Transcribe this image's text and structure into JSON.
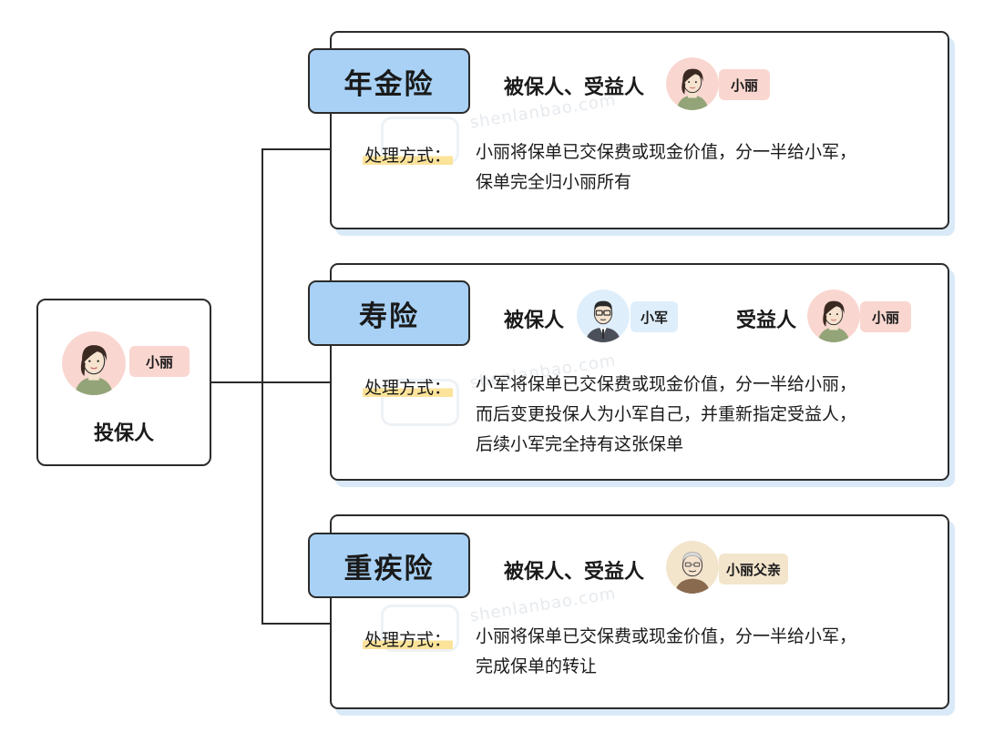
{
  "colors": {
    "tab_blue": "#a8d1f5",
    "tag_pink": "#f9d6cf",
    "tag_blue": "#deeefb",
    "tag_tan": "#f3e4cc",
    "highlight_yellow": "#fbe39a",
    "border": "#2b2b2b"
  },
  "policyholder": {
    "role_label": "投保人",
    "name_tag": "小丽",
    "avatar_icon": "woman-avatar-icon"
  },
  "watermark": {
    "text": "shenlanbao.com"
  },
  "cards": [
    {
      "title": "年金险",
      "roles": [
        {
          "label": "被保人、受益人",
          "name_tag": "小丽",
          "avatar_icon": "woman-avatar-icon"
        }
      ],
      "method_label": "处理方式：",
      "method_lines": [
        "小丽将保单已交保费或现金价值，分一半给小军，",
        "保单完全归小丽所有"
      ]
    },
    {
      "title": "寿险",
      "roles": [
        {
          "label": "被保人",
          "name_tag": "小军",
          "avatar_icon": "man-avatar-icon"
        },
        {
          "label": "受益人",
          "name_tag": "小丽",
          "avatar_icon": "woman-avatar-icon"
        }
      ],
      "method_label": "处理方式：",
      "method_lines": [
        "小军将保单已交保费或现金价值，分一半给小丽，",
        "而后变更投保人为小军自己，并重新指定受益人，",
        "后续小军完全持有这张保单"
      ]
    },
    {
      "title": "重疾险",
      "roles": [
        {
          "label": "被保人、受益人",
          "name_tag": "小丽父亲",
          "avatar_icon": "elderly-man-avatar-icon"
        }
      ],
      "method_label": "处理方式：",
      "method_lines": [
        "小丽将保单已交保费或现金价值，分一半给小军，",
        "完成保单的转让"
      ]
    }
  ]
}
